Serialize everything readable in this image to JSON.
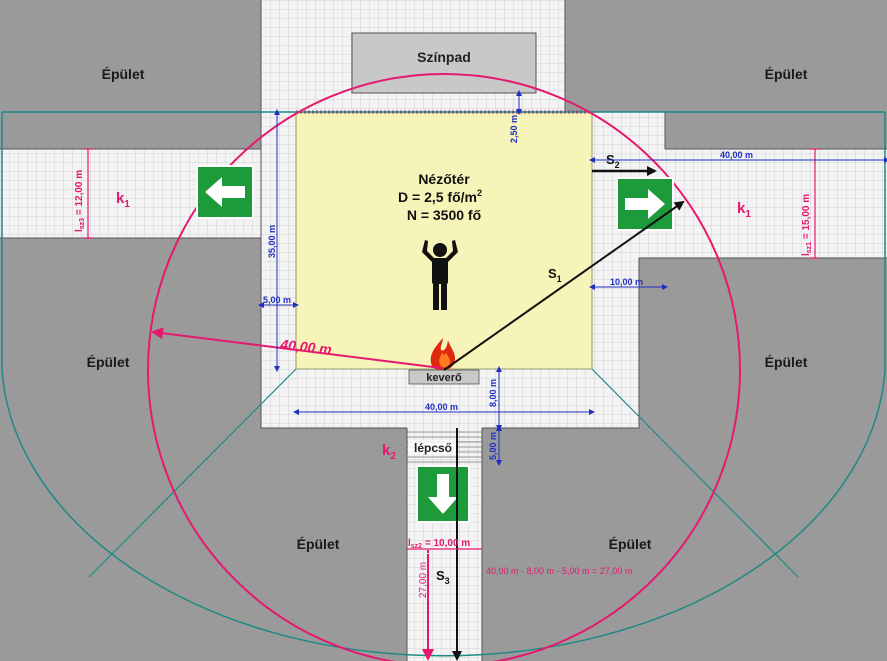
{
  "buildings": {
    "top_left": "Épület",
    "top_right": "Épület",
    "mid_left": "Épület",
    "mid_right": "Épület",
    "bottom_left": "Épület",
    "bottom_right": "Épület"
  },
  "stage": {
    "label": "Színpad"
  },
  "audience": {
    "title": "Nézőtér",
    "density": "D = 2,5 fő/m",
    "density_exp": "2",
    "count": "N = 3500 fő"
  },
  "mixer": "keverő",
  "stairs": "lépcső",
  "dimensions": {
    "gap_top": "2,50 m",
    "right_corridor_width": "40,00 m",
    "left_height": "35,00 m",
    "left_offset": "5,00 m",
    "right_offset": "10,00 m",
    "bottom_width": "40,00 m",
    "bottom_gap": "8,00 m",
    "stair_gap": "5,00 m",
    "mixer_distance": "40,00 m",
    "stair_length": "27,00 m",
    "calc": "40,00 m - 8,00 m - 5,00 m = 27,00 m"
  },
  "exits": {
    "left_width_prefix": "l",
    "left_width_sub": "sz3",
    "left_width_value": " = 12,00 m",
    "right_width_prefix": "l",
    "right_width_sub": "sz1",
    "right_width_value": " = 15,00 m",
    "bottom_width_prefix": "l",
    "bottom_width_sub": "sz2",
    "bottom_width_value": " = 10,00 m"
  },
  "circles": {
    "k1_left": "k",
    "k1_left_sub": "1",
    "k1_right": "k",
    "k1_right_sub": "1",
    "k2": "k",
    "k2_sub": "2"
  },
  "paths": {
    "s1": "S",
    "s1_sub": "1",
    "s2": "S",
    "s2_sub": "2",
    "s3": "S",
    "s3_sub": "3"
  },
  "colors": {
    "building": "#999999",
    "grid_bg": "#f2f2f2",
    "grid_line": "#c8c8c8",
    "audience": "#f5f3b4",
    "stage": "#c8c8c8",
    "circle": "#e6186f",
    "teal": "#1e8a84",
    "dim_blue": "#1f2fc0",
    "exit_green": "#1d9a3a"
  }
}
